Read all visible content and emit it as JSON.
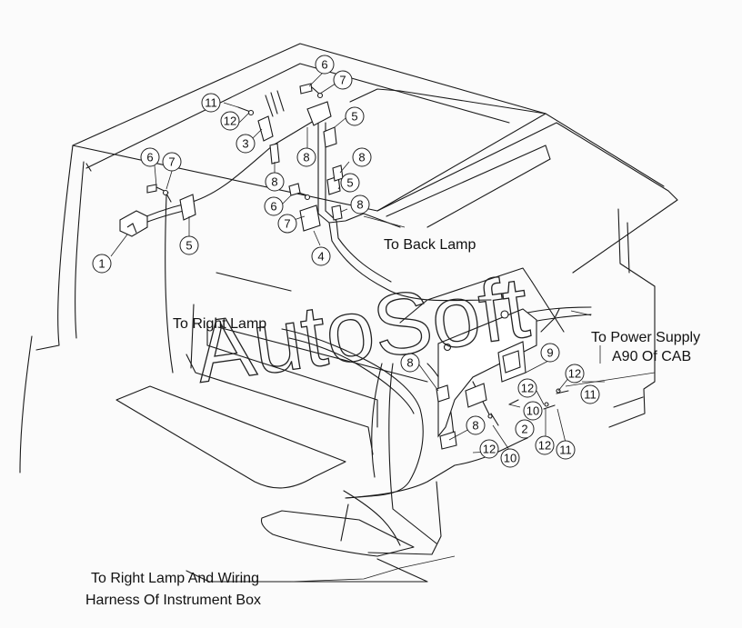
{
  "labels": {
    "back_lamp": "To Back Lamp",
    "right_lamp": "To Right Lamp",
    "power_line1": "To Power Supply",
    "power_line2": "A90 Of CAB",
    "harness_line1": "To Right Lamp And Wiring",
    "harness_line2": "Harness Of Instrument Box"
  },
  "watermark": "AutoSoft",
  "callouts": [
    "1",
    "2",
    "3",
    "4",
    "5",
    "5",
    "5",
    "6",
    "6",
    "6",
    "7",
    "7",
    "7",
    "8",
    "8",
    "8",
    "8",
    "8",
    "8",
    "9",
    "10",
    "10",
    "11",
    "11",
    "11",
    "12",
    "12",
    "12",
    "12"
  ]
}
